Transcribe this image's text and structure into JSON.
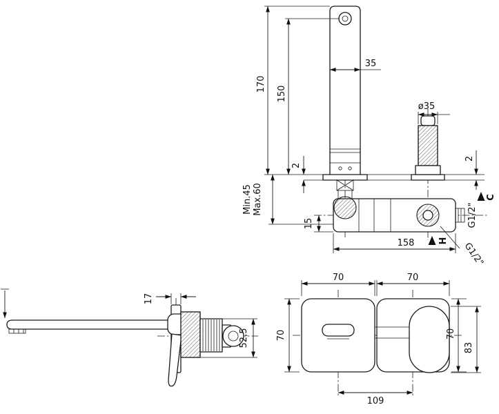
{
  "drawing": {
    "type": "technical-installation-drawing",
    "subject": "wall-mounted single-lever basin mixer",
    "line_color": "#1a1a1a",
    "background": "#ffffff",
    "top_view": {
      "dim_35": "35",
      "dim_170": "170",
      "dim_150": "150",
      "dia_35": "ø35",
      "dim_2_left": "2",
      "dim_2_right": "2",
      "depth_min": "Min.45",
      "depth_max": "Max.60",
      "dim_15": "15",
      "dim_158": "158",
      "thread_cold": "G1/2\"",
      "thread_hot": "G1/2\"",
      "cold_label": "C",
      "hot_label": "H"
    },
    "side_view": {
      "dim_17": "17",
      "dim_52_5": "52,5"
    },
    "front_view": {
      "dim_70_top_left": "70",
      "dim_70_top_right": "70",
      "dim_70_left": "70",
      "dim_70_right": "70",
      "dim_83": "83",
      "dim_109": "109"
    }
  }
}
